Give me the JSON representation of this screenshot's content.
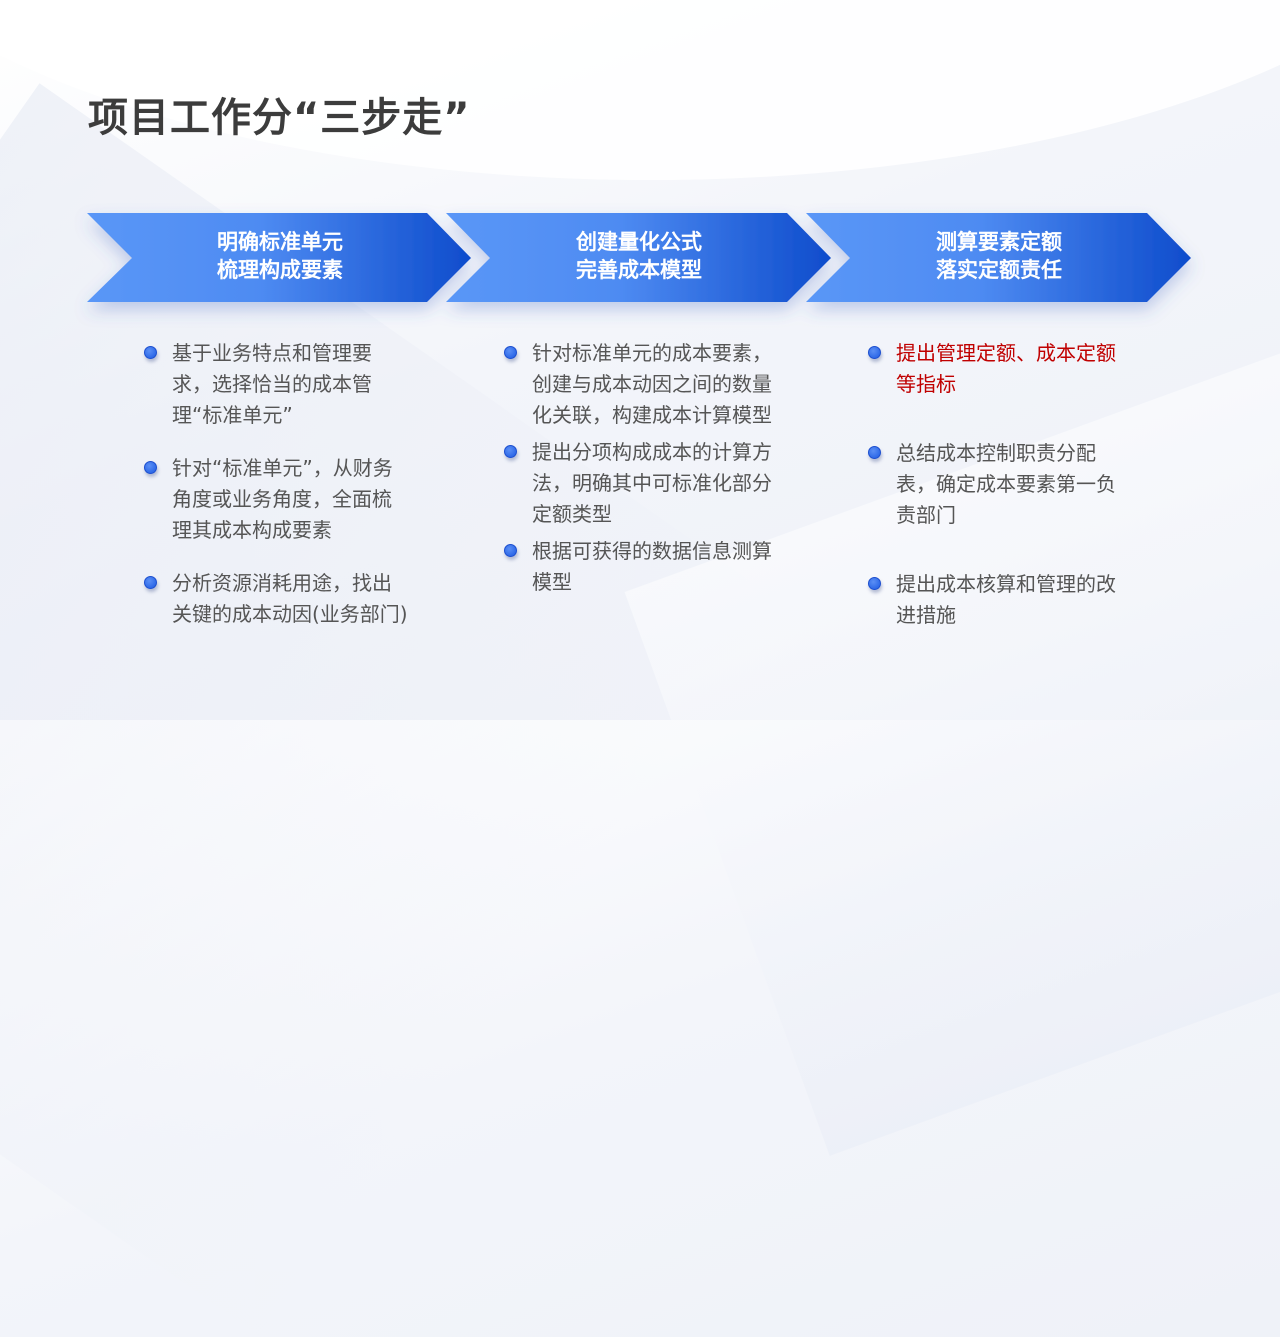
{
  "title": "项目工作分“三步走”",
  "colors": {
    "arrow_light": "#5592f5",
    "arrow_dark": "#0f4fd0",
    "text": "#555555",
    "highlight": "#c00000",
    "title": "#3c3c3c"
  },
  "steps": [
    {
      "line1": "明确标准单元",
      "line2": "梳理构成要素",
      "items": [
        {
          "text": "基于业务特点和管理要求，选择恰当的成本管理“标准单元”",
          "highlight": false
        },
        {
          "text": "针对“标准单元”，从财务角度或业务角度，全面梳理其成本构成要素",
          "highlight": false
        },
        {
          "text": "分析资源消耗用途，找出关键的成本动因(业务部门)",
          "highlight": false
        }
      ]
    },
    {
      "line1": "创建量化公式",
      "line2": "完善成本模型",
      "items": [
        {
          "text": "针对标准单元的成本要素，创建与成本动因之间的数量化关联，构建成本计算模型",
          "highlight": false
        },
        {
          "text": "提出分项构成成本的计算方法，明确其中可标准化部分定额类型",
          "highlight": false
        },
        {
          "text": "根据可获得的数据信息测算模型",
          "highlight": false
        }
      ]
    },
    {
      "line1": "测算要素定额",
      "line2": "落实定额责任",
      "items": [
        {
          "text": "提出管理定额、成本定额等指标",
          "highlight": true
        },
        {
          "text": "总结成本控制职责分配表，确定成本要素第一负责部门",
          "highlight": false
        },
        {
          "text": "提出成本核算和管理的改进措施",
          "highlight": false
        }
      ]
    }
  ]
}
